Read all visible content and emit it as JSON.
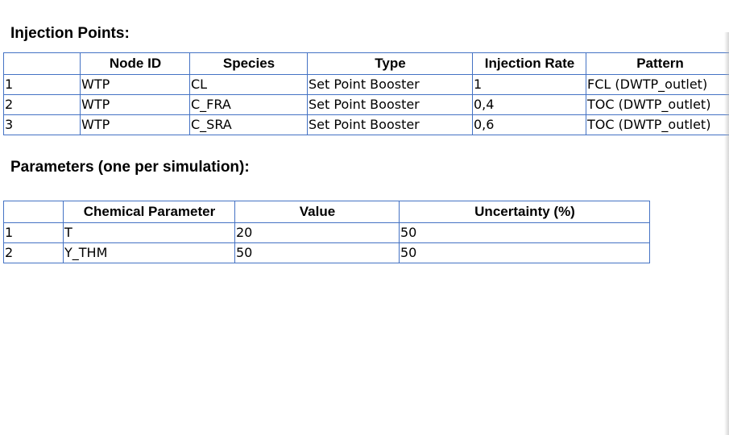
{
  "injection": {
    "title": "Injection Points:",
    "headers": [
      "",
      "Node ID",
      "Species",
      "Type",
      "Injection Rate",
      "Pattern"
    ],
    "rows": [
      [
        "1",
        "WTP",
        "CL",
        "Set Point Booster",
        "1",
        "FCL (DWTP_outlet)"
      ],
      [
        "2",
        "WTP",
        "C_FRA",
        "Set Point Booster",
        "0,4",
        "TOC (DWTP_outlet)"
      ],
      [
        "3",
        "WTP",
        "C_SRA",
        "Set Point Booster",
        "0,6",
        "TOC (DWTP_outlet)"
      ]
    ]
  },
  "parameters": {
    "title": "Parameters (one per simulation):",
    "headers": [
      "",
      "Chemical Parameter",
      "Value",
      "Uncertainty (%)"
    ],
    "rows": [
      [
        "1",
        "T",
        "20",
        "50"
      ],
      [
        "2",
        "Y_THM",
        "50",
        "50"
      ]
    ]
  }
}
